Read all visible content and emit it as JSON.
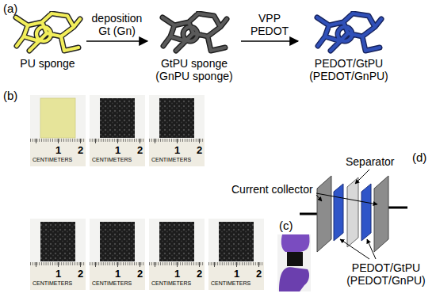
{
  "diagram": {
    "nodes": [
      {
        "text": [
          "PU sponge"
        ]
      },
      {
        "text": [
          "GtPU sponge (GnPU sponge)"
        ]
      },
      {
        "text": [
          "PEDOT/GtPU (PEDOT/GnPU)"
        ]
      }
    ],
    "edges": [
      {
        "from": 0,
        "to": 1,
        "arrow": "to",
        "label": "deposition Gt (Gn)"
      },
      {
        "from": 1,
        "to": 2,
        "arrow": "to",
        "label": "VPP PEDOT"
      }
    ],
    "labels": [
      "(a)",
      "(b)",
      "CENTIMETERS",
      "1",
      "2",
      "CENTIMETERS",
      "1",
      "2",
      "CENTIMETERS",
      "1",
      "2",
      "(d)",
      "Separator",
      "Current collector",
      "CENTIMETERS",
      "1",
      "2",
      "CENTIMETERS",
      "1",
      "2",
      "CENTIMETERS",
      "1",
      "2",
      "CENTIMETERS",
      "1",
      "2",
      "(c)",
      "PEDOT/GtPU (PEDOT/GnPU)"
    ]
  }
}
